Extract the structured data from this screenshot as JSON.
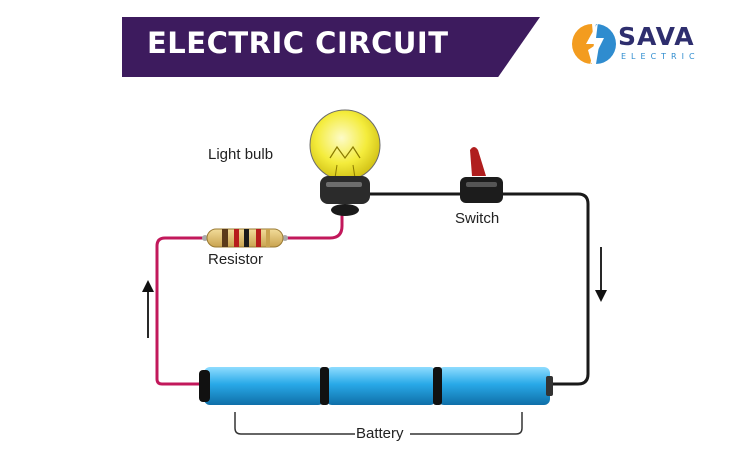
{
  "header": {
    "title": "ELECTRIC CIRCUIT"
  },
  "brand": {
    "name": "SAVA",
    "tagline": "ELECTRIC"
  },
  "labels": {
    "light_bulb": "Light bulb",
    "switch": "Switch",
    "resistor": "Resistor",
    "battery": "Battery"
  },
  "colors": {
    "banner": "#3d1b5e",
    "wire_positive": "#c2185b",
    "wire_negative": "#1a1a1a",
    "battery_cell": "#29a9e8",
    "bulb_glass": "#f4ec3c",
    "logo_orange": "#f39c1f",
    "logo_blue": "#2f8ccf"
  },
  "icons": {
    "current_up": "arrow-up-icon",
    "current_down": "arrow-down-icon",
    "brand_logo": "sava-logo-icon"
  }
}
